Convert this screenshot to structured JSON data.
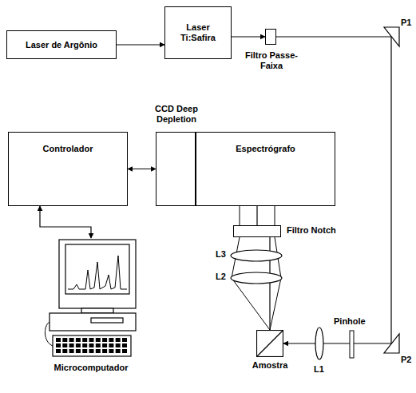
{
  "diagram": {
    "nodes": [
      {
        "text": [
          "Laser de Argônio"
        ]
      },
      {
        "text": [
          "Laser Ti:Safira"
        ]
      },
      {
        "text": [
          "Filtro Passe-Faixa"
        ]
      },
      {
        "text": [
          "Controlador"
        ]
      },
      {
        "text": [
          "CCD Deep Depletion"
        ]
      },
      {
        "text": [
          "Espectrógrafo"
        ]
      },
      {
        "text": [
          "Filtro Notch"
        ]
      },
      {
        "text": [
          "Microcomputador"
        ]
      },
      {
        "text": [
          "Amostra"
        ]
      }
    ],
    "edges": [
      {
        "from": 0,
        "to": 1,
        "arrow": "to"
      },
      {
        "from": 1,
        "to": 2,
        "arrow": "to"
      },
      {
        "from": 2,
        "to": 8,
        "arrow": "to"
      },
      {
        "from": 8,
        "to": 6,
        "arrow": "none"
      },
      {
        "from": 6,
        "to": 5,
        "arrow": "none"
      },
      {
        "from": 3,
        "to": 4,
        "arrow": "both"
      },
      {
        "from": 3,
        "to": 7,
        "arrow": "both"
      }
    ],
    "labels": [
      "P1",
      "P2",
      "Pinhole",
      "L1",
      "L2",
      "L3"
    ]
  }
}
